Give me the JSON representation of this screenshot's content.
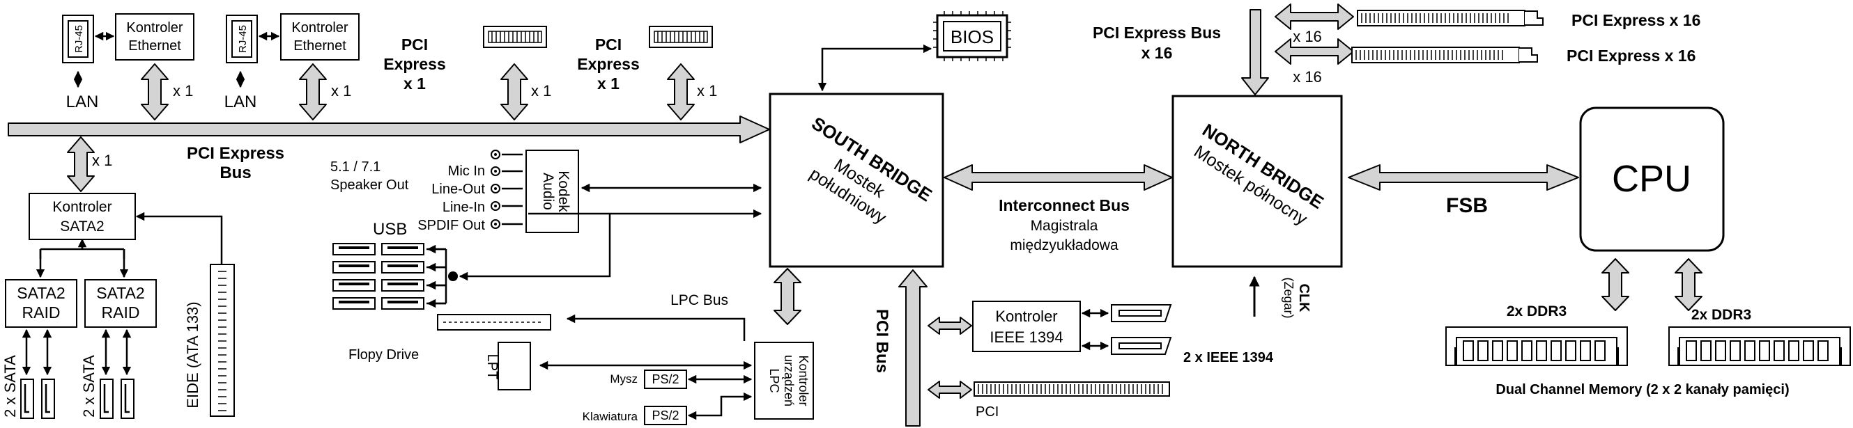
{
  "ethernet": {
    "label_1": "Kontroler",
    "label_2": "Ethernet",
    "rj45": "RJ-45",
    "lan": "LAN",
    "x1": "x 1"
  },
  "pci_express": {
    "label_1": "PCI",
    "label_2": "Express",
    "label_3": "x 1",
    "x1": "x 1"
  },
  "pci_express_bus": {
    "label_1": "PCI Express",
    "label_2": "Bus",
    "x1": "x 1"
  },
  "bios": "BIOS",
  "south_bridge": {
    "title_1": "SOUTH BRIDGE",
    "title_2": "Mostek",
    "title_3": "południowy"
  },
  "north_bridge": {
    "title_1": "NORTH BRIDGE",
    "title_2": "Mostek północny"
  },
  "cpu": "CPU",
  "fsb": "FSB",
  "interconnect": {
    "label_1": "Interconnect Bus",
    "label_2": "Magistrala",
    "label_3": "międzyukładowa"
  },
  "pcie16": {
    "bus_1": "PCI Express Bus",
    "bus_2": "x 16",
    "x16": "x 16",
    "slot_label": "PCI Express x 16"
  },
  "clk": {
    "label_1": "CLK",
    "label_2": "(Zegar)"
  },
  "sata": {
    "ctrl_1": "Kontroler",
    "ctrl_2": "SATA2",
    "raid_1": "SATA2",
    "raid_2": "RAID",
    "ports": "2 x SATA"
  },
  "eide": "EIDE (ATA 133)",
  "audio": {
    "speaker_1": "5.1 / 7.1",
    "speaker_2": "Speaker Out",
    "jacks": [
      "Mic In",
      "Line-Out",
      "Line-In",
      "SPDIF Out"
    ],
    "codec_1": "Kodek",
    "codec_2": "Audio"
  },
  "usb": "USB",
  "floppy": "Flopy Drive",
  "lpt": "LPT",
  "lpc_bus": "LPC Bus",
  "lpc_ctrl": {
    "l1": "Kontroler",
    "l2": "urządzeń",
    "l3": "LPC"
  },
  "ps2": {
    "label": "PS/2",
    "mouse": "Mysz",
    "keyboard": "Klawiatura"
  },
  "pci_bus": "PCI Bus",
  "pci_slot": "PCI",
  "ieee": {
    "ctrl_1": "Kontroler",
    "ctrl_2": "IEEE 1394",
    "ports": "2 x IEEE 1394"
  },
  "memory": {
    "ddr3": "2x DDR3",
    "caption": "Dual Channel Memory (2 x 2 kanały pamięci)"
  }
}
